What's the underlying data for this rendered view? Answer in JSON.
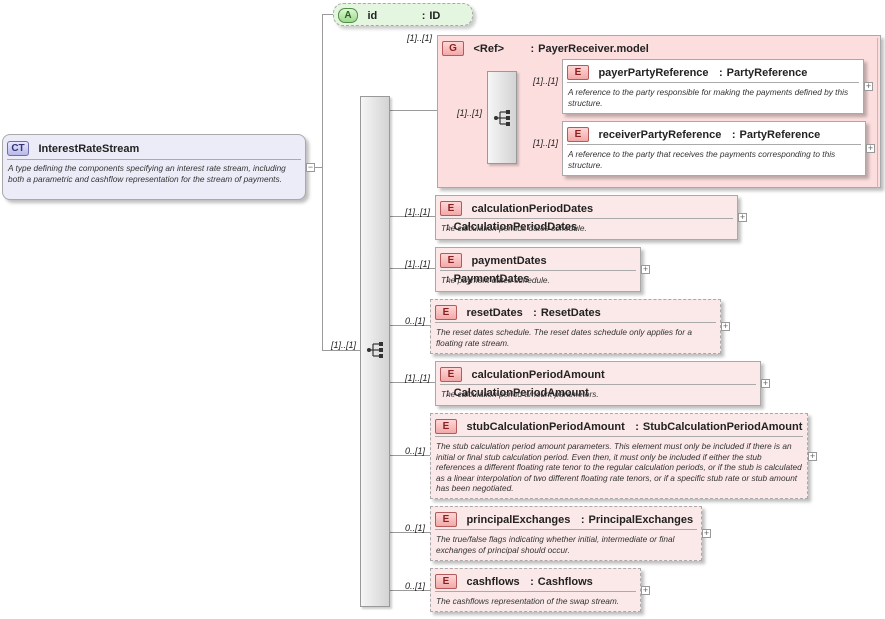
{
  "root": {
    "badge": "CT",
    "name": "InterestRateStream",
    "desc": "A type defining the components specifying an interest rate stream, including both a parametric and cashflow representation for the stream of payments."
  },
  "attribute": {
    "badge": "A",
    "name": "id",
    "type": "ID"
  },
  "group": {
    "cardinality": "[1]..[1]",
    "badge": "G",
    "name": "<Ref>",
    "type": "PayerReceiver.model",
    "seq_cardinality": "[1]..[1]",
    "elements": [
      {
        "cardinality": "[1]..[1]",
        "badge": "E",
        "name": "payerPartyReference",
        "type": "PartyReference",
        "desc": "A reference to the party responsible for making the payments defined by this structure."
      },
      {
        "cardinality": "[1]..[1]",
        "badge": "E",
        "name": "receiverPartyReference",
        "type": "PartyReference",
        "desc": "A reference to the party that receives the payments corresponding to this structure."
      }
    ]
  },
  "main_sequence_cardinality": "[1]..[1]",
  "elements": [
    {
      "cardinality": "[1]..[1]",
      "badge": "E",
      "name": "calculationPeriodDates",
      "type": "CalculationPeriodDates",
      "desc": "The calculation periods dates schedule."
    },
    {
      "cardinality": "[1]..[1]",
      "badge": "E",
      "name": "paymentDates",
      "type": "PaymentDates",
      "desc": "The payment dates schedule."
    },
    {
      "cardinality": "0..[1]",
      "badge": "E",
      "name": "resetDates",
      "type": "ResetDates",
      "desc": "The reset dates schedule. The reset dates schedule only applies for a floating rate stream."
    },
    {
      "cardinality": "[1]..[1]",
      "badge": "E",
      "name": "calculationPeriodAmount",
      "type": "CalculationPeriodAmount",
      "desc": "The calculation period amount parameters."
    },
    {
      "cardinality": "0..[1]",
      "badge": "E",
      "name": "stubCalculationPeriodAmount",
      "type": "StubCalculationPeriodAmount",
      "desc": "The stub calculation period amount parameters. This element must only be included if there is an initial or final stub calculation period. Even then, it must only be included if either the stub references a different floating rate tenor to the regular calculation periods, or if the stub is calculated as a linear interpolation of two different floating rate tenors, or if a specific stub rate or stub amount has been negotiated."
    },
    {
      "cardinality": "0..[1]",
      "badge": "E",
      "name": "principalExchanges",
      "type": "PrincipalExchanges",
      "desc": "The true/false flags indicating whether initial, intermediate or final exchanges of principal should occur."
    },
    {
      "cardinality": "0..[1]",
      "badge": "E",
      "name": "cashflows",
      "type": "Cashflows",
      "desc": "The cashflows representation of the swap stream."
    }
  ],
  "colors": {
    "element_fill": "#fbe8e8",
    "group_fill": "#fcdede",
    "attribute_fill": "#e4f6e0",
    "root_fill": "#ececf8"
  }
}
